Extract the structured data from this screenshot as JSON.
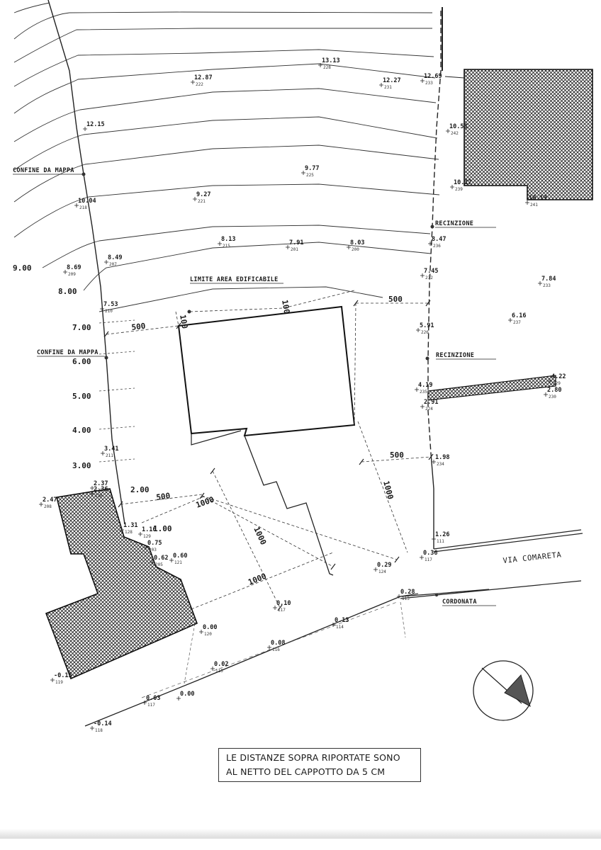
{
  "labels": {
    "confine_top": "CONFINE DA MAPPA",
    "confine_mid": "CONFINE DA MAPPA",
    "recinzione_top": "RECINZIONE",
    "recinzione_mid": "RECINZIONE",
    "limite": "LIMITE AREA EDIFICABILE",
    "via": "VIA COMARETA",
    "cordonata": "CORDONATA"
  },
  "contours": [
    "9.00",
    "8.00",
    "7.00",
    "6.00",
    "5.00",
    "4.00",
    "3.00"
  ],
  "dimensions": {
    "d500_left": "500",
    "d500_right_top": "500",
    "d500_right_low": "500",
    "d500_bottom": "500",
    "d100_left": "100",
    "d100_top": "100",
    "d1000_right": "1000",
    "d1000_mid": "1000",
    "d1000_lower": "1000",
    "d1000_diag": "1000",
    "d200": "2.00",
    "d100_small": "1.00"
  },
  "elevations": [
    {
      "e": "13.13",
      "p": "228"
    },
    {
      "e": "12.87",
      "p": "222"
    },
    {
      "e": "12.27",
      "p": "231"
    },
    {
      "e": "12.69",
      "p": "233"
    },
    {
      "e": "12.15",
      "p": ""
    },
    {
      "e": "10.53",
      "p": "242"
    },
    {
      "e": "9.77",
      "p": "225"
    },
    {
      "e": "10.04",
      "p": "218"
    },
    {
      "e": "9.27",
      "p": "221"
    },
    {
      "e": "10.17",
      "p": "239"
    },
    {
      "e": "10.19",
      "p": "241"
    },
    {
      "e": "8.13",
      "p": "215"
    },
    {
      "e": "7.91",
      "p": "201"
    },
    {
      "e": "8.03",
      "p": "200"
    },
    {
      "e": "8.47",
      "p": "236"
    },
    {
      "e": "8.69",
      "p": "209"
    },
    {
      "e": "8.49",
      "p": "207"
    },
    {
      "e": "7.45",
      "p": "232"
    },
    {
      "e": "7.84",
      "p": "233"
    },
    {
      "e": "7.53",
      "p": "210"
    },
    {
      "e": "6.16",
      "p": "237"
    },
    {
      "e": "5.91",
      "p": "226"
    },
    {
      "e": "4.22",
      "p": "229"
    },
    {
      "e": "4.19",
      "p": "235"
    },
    {
      "e": "2.91",
      "p": "224"
    },
    {
      "e": "2.80",
      "p": "230"
    },
    {
      "e": "3.41",
      "p": "211"
    },
    {
      "e": "1.98",
      "p": "234"
    },
    {
      "e": "2.37",
      "p": "127"
    },
    {
      "e": "2.36",
      "p": "126"
    },
    {
      "e": "2.47",
      "p": "208"
    },
    {
      "e": "1.31",
      "p": "128"
    },
    {
      "e": "1.16",
      "p": "129"
    },
    {
      "e": "0.75",
      "p": "203"
    },
    {
      "e": "0.62",
      "p": "205"
    },
    {
      "e": "0.60",
      "p": "121"
    },
    {
      "e": "1.26",
      "p": "111"
    },
    {
      "e": "0.29",
      "p": "124"
    },
    {
      "e": "0.36",
      "p": "117"
    },
    {
      "e": "0.28",
      "p": "113"
    },
    {
      "e": "0.10",
      "p": "117"
    },
    {
      "e": "0.13",
      "p": "114"
    },
    {
      "e": "0.00",
      "p": "120"
    },
    {
      "e": "0.08",
      "p": "116"
    },
    {
      "e": "0.02",
      "p": "115"
    },
    {
      "e": "-0.15",
      "p": "119"
    },
    {
      "e": "0.00",
      "p": ""
    },
    {
      "e": "0.03",
      "p": "117"
    },
    {
      "e": "-0.14",
      "p": "118"
    }
  ],
  "note": {
    "line1": "LE DISTANZE SOPRA RIPORTATE SONO",
    "line2": "AL NETTO DEL CAPPOTTO DA 5 CM"
  }
}
